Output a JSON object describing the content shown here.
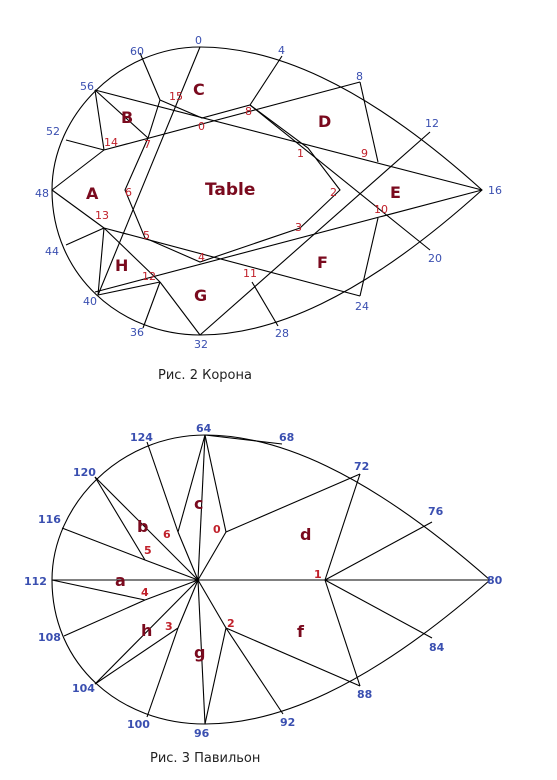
{
  "crown": {
    "caption": "Рис.  2  Корона",
    "table_label": "Table",
    "girdle_labels": [
      "0",
      "4",
      "8",
      "12",
      "16",
      "20",
      "24",
      "28",
      "32",
      "36",
      "40",
      "44",
      "48",
      "52",
      "56",
      "60"
    ],
    "table_points": [
      "0",
      "1",
      "2",
      "3",
      "4",
      "5",
      "6",
      "7",
      "8",
      "9",
      "10",
      "11",
      "12",
      "13",
      "14",
      "15"
    ],
    "facets": [
      "A",
      "B",
      "C",
      "D",
      "E",
      "F",
      "G",
      "H"
    ]
  },
  "pavilion": {
    "caption": "Рис. 3 Павильон",
    "girdle_labels": [
      "64",
      "68",
      "72",
      "76",
      "80",
      "84",
      "88",
      "92",
      "96",
      "100",
      "104",
      "108",
      "112",
      "116",
      "120",
      "124"
    ],
    "inner_points": [
      "0",
      "1",
      "2",
      "3",
      "4",
      "5",
      "6"
    ],
    "facets": [
      "a",
      "b",
      "c",
      "d",
      "f",
      "g",
      "h"
    ]
  },
  "colors": {
    "girdle_number": "#3a4fb0",
    "inner_number": "#c0202a",
    "facet_letter": "#7a0a1e",
    "line": "#000000"
  }
}
